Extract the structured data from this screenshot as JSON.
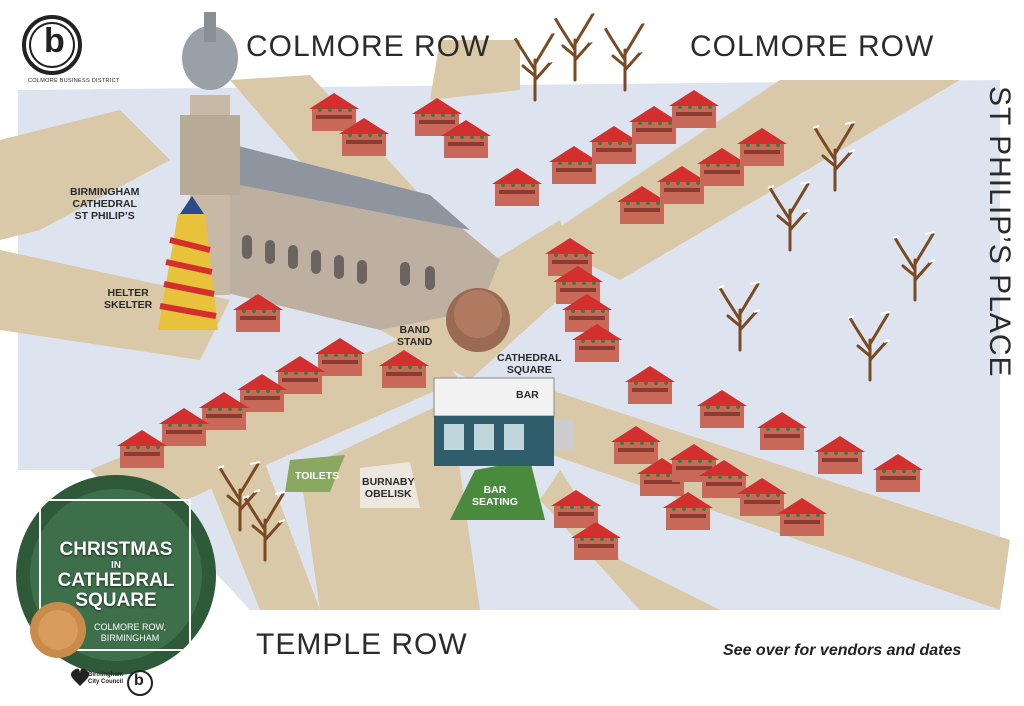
{
  "streets": {
    "top_left": "COLMORE ROW",
    "top_right": "COLMORE ROW",
    "right": "ST PHILIP’S PLACE",
    "bottom": "TEMPLE ROW"
  },
  "labels": {
    "cathedral": [
      "BIRMINGHAM",
      "CATHEDRAL",
      "ST PHILIP’S"
    ],
    "helter": [
      "HELTER",
      "SKELTER"
    ],
    "band": [
      "BAND",
      "STAND"
    ],
    "square": [
      "CATHEDRAL",
      "SQUARE"
    ],
    "bar": "BAR",
    "toilets": "TOILETS",
    "burnaby": [
      "BURNABY",
      "OBELISK"
    ],
    "bar_seating": [
      "BAR",
      "SEATING"
    ]
  },
  "logo": {
    "letter": "b",
    "ring_text": "COLMORE BUSINESS DISTRICT"
  },
  "event": {
    "title_line1": "CHRISTMAS",
    "title_line2": "IN",
    "title_line3": "CATHEDRAL",
    "title_line4": "SQUARE",
    "subtitle_line1": "COLMORE ROW,",
    "subtitle_line2": "BIRMINGHAM"
  },
  "partners": {
    "council_line1": "Birmingham",
    "council_line2": "City Council"
  },
  "footer": {
    "note": "See over for vendors and dates"
  },
  "colors": {
    "snow": "#dde4ef",
    "path": "#d9c9a8",
    "hut_roof": "#d32f2f",
    "hut_wall": "#c9695a",
    "seating": "#4a8a3c",
    "toilets": "#8aa860"
  }
}
